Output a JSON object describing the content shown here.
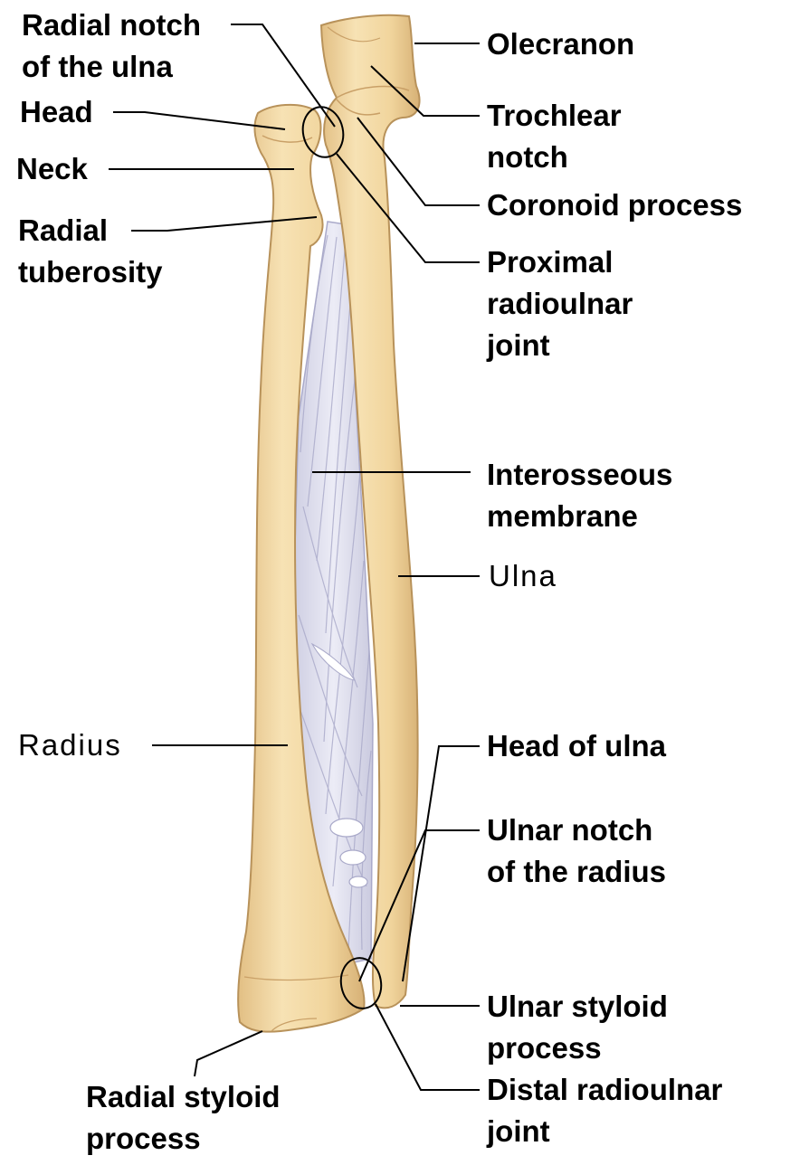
{
  "figure": {
    "structures": [
      "radius-bone",
      "ulna-bone",
      "interosseous-membrane"
    ],
    "colors": {
      "bone_fill": "#f3d9a3",
      "bone_shade": "#dcb77a",
      "bone_outline": "#b8925a",
      "membrane_fill": "#dcdcec",
      "membrane_fiber": "#a9a9c9",
      "leader_line": "#000000"
    }
  },
  "labels": {
    "radial_notch": [
      "Radial notch",
      "of the ulna"
    ],
    "head": "Head",
    "neck": "Neck",
    "radial_tuberosity": [
      "Radial",
      "tuberosity"
    ],
    "olecranon": "Olecranon",
    "trochlear_notch": [
      "Trochlear",
      "notch"
    ],
    "coronoid_process": "Coronoid process",
    "proximal_radioulnar_joint": [
      "Proximal",
      "radioulnar",
      "joint"
    ],
    "interosseous_membrane": [
      "Interosseous",
      "membrane"
    ],
    "ulna": "Ulna",
    "radius": "Radius",
    "ulnar_notch": [
      "Ulnar notch",
      "of the radius"
    ],
    "head_of_ulna": "Head of ulna",
    "ulnar_styloid_process": [
      "Ulnar styloid",
      "process"
    ],
    "distal_radioulnar_joint": [
      "Distal radioulnar",
      "joint"
    ],
    "radial_styloid_process": [
      "Radial styloid",
      "process"
    ]
  }
}
